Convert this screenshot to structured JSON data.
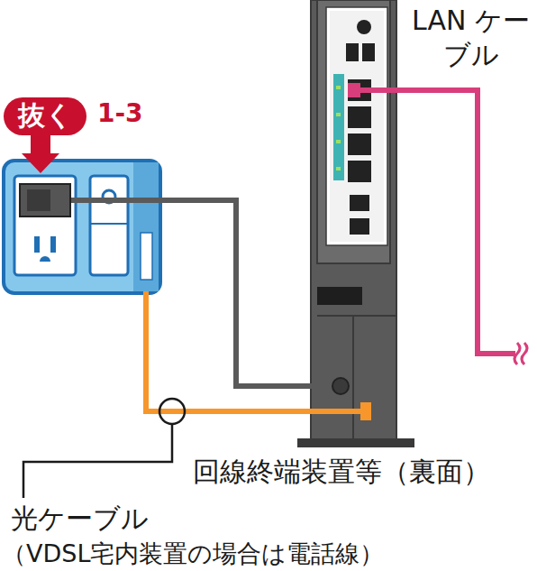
{
  "diagram": {
    "nodes": [
      {
        "text": [
          "抜く"
        ]
      }
    ],
    "labels": [
      "1-3",
      "LAN ケーブル",
      "回線終端装置等（裏面）",
      "光ケーブル",
      "（VDSL宅内装置の場合は電話線）"
    ]
  }
}
